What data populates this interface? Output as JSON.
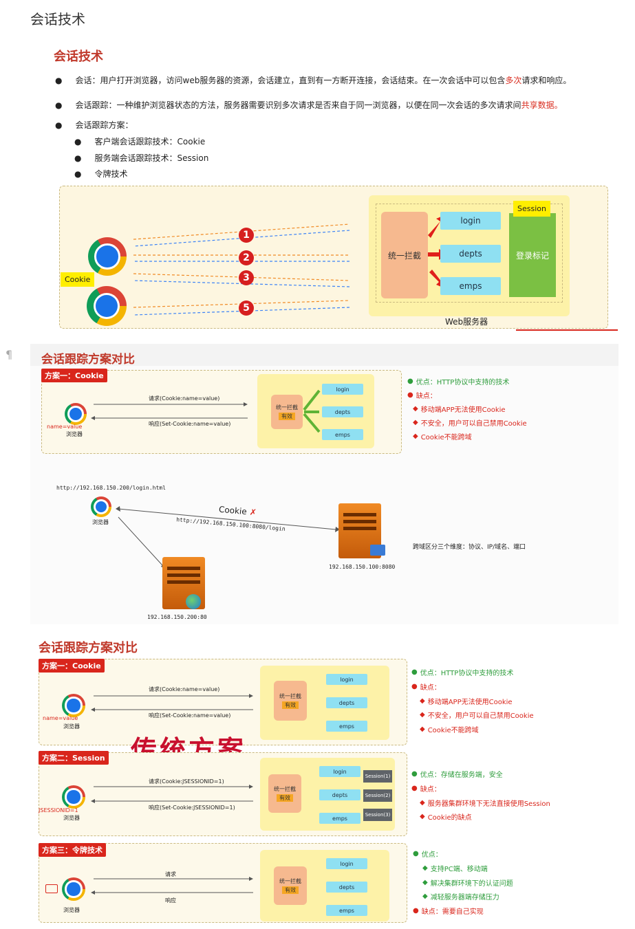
{
  "page_heading": "会话技术",
  "slide1": {
    "title": "会话技术",
    "bullets": [
      {
        "text": "会话：用户打开浏览器，访问web服务器的资源，会话建立，直到有一方断开连接，会话结束。在一次会话中可以包含",
        "highlight": "多次",
        "tail": "请求和响应。"
      },
      {
        "text": "会话跟踪：一种维护浏览器状态的方法，服务器需要识别多次请求是否来自于同一浏览器，以便在同一次会话的多次请求间",
        "highlight": "共享数据。",
        "tail": ""
      },
      {
        "text": "会话跟踪方案：",
        "highlight": "",
        "tail": ""
      }
    ],
    "sub_bullets": [
      "客户端会话跟踪技术：Cookie",
      "服务端会话跟踪技术：Session",
      "令牌技术"
    ],
    "diagram": {
      "cookie_label": "Cookie",
      "numbers": [
        "1",
        "2",
        "3",
        "5"
      ],
      "interceptor": "统一拦截",
      "endpoints": [
        "login",
        "depts",
        "emps"
      ],
      "session_label": "Session",
      "login_flag": "登录标记",
      "server_label": "Web服务器"
    }
  },
  "slide2": {
    "title": "会话跟踪方案对比",
    "tag": "方案一：Cookie",
    "request": "请求(Cookie:name=value)",
    "response": "响应(Set-Cookie:name=value)",
    "browser_kv": "name=value",
    "browser": "浏览器",
    "interceptor": "统一拦截",
    "valid": "有效",
    "endpoints": [
      "login",
      "depts",
      "emps"
    ],
    "pros_label": "优点：HTTP协议中支持的技术",
    "cons_label": "缺点：",
    "cons": [
      "移动端APP无法使用Cookie",
      "不安全，用户可以自己禁用Cookie",
      "Cookie不能跨域"
    ],
    "url1": "http://192.168.150.200/login.html",
    "cookie_x": "Cookie",
    "url2": "http://192.168.150.100:8080/login",
    "server1": "192.168.150.100:8080",
    "server2": "192.168.150.200:80",
    "cross_domain": "跨域区分三个维度：协议、IP/域名、端口"
  },
  "slide3": {
    "title": "会话跟踪方案对比",
    "overlay": "传统方案",
    "schemes": [
      {
        "tag": "方案一：Cookie",
        "request": "请求(Cookie:name=value)",
        "response": "响应(Set-Cookie:name=value)",
        "browser_kv": "name=value",
        "pros": [
          "优点：HTTP协议中支持的技术"
        ],
        "cons_label": "缺点：",
        "cons": [
          "移动端APP无法使用Cookie",
          "不安全，用户可以自己禁用Cookie",
          "Cookie不能跨域"
        ]
      },
      {
        "tag": "方案二：Session",
        "request": "请求(Cookie:JSESSIONID=1)",
        "response": "响应(Set-Cookie:JSESSIONID=1)",
        "browser_kv": "JSESSIONID=1",
        "sessions": [
          "Session(1)",
          "Session(2)",
          "Session(3)"
        ],
        "pros": [
          "优点：存储在服务端，安全"
        ],
        "cons_label": "缺点：",
        "cons": [
          "服务器集群环境下无法直接使用Session",
          "Cookie的缺点"
        ]
      },
      {
        "tag": "方案三：令牌技术",
        "request": "请求",
        "response": "响应",
        "browser_kv": "",
        "pros_label": "优点：",
        "pros": [
          "支持PC端、移动端",
          "解决集群环境下的认证问题",
          "减轻服务器端存储压力"
        ],
        "cons_label": "缺点：需要自己实现",
        "cons": []
      }
    ],
    "browser": "浏览器",
    "interceptor": "统一拦截",
    "valid": "有效",
    "endpoints": [
      "login",
      "depts",
      "emps"
    ]
  },
  "colors": {
    "accent_red": "#c0392b",
    "cyan": "#8fe0f2",
    "peach": "#f6b98f",
    "green": "#7bc043"
  }
}
